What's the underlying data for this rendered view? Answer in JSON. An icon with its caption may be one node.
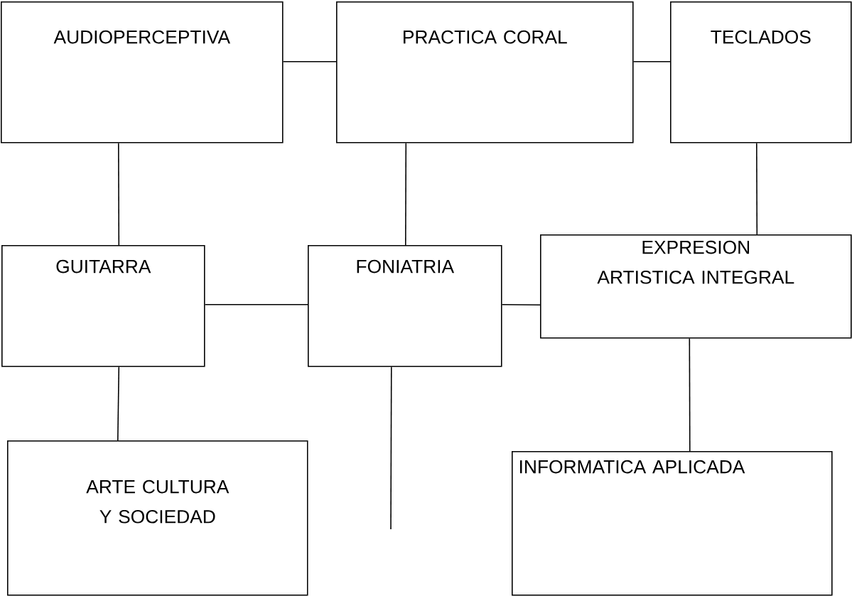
{
  "diagram": {
    "nodes": [
      {
        "text": [
          "AUDIOPERCEPTIVA"
        ]
      },
      {
        "text": [
          "PRACTICA CORAL"
        ]
      },
      {
        "text": [
          "TECLADOS"
        ]
      },
      {
        "text": [
          "GUITARRA"
        ]
      },
      {
        "text": [
          "FONIATRIA"
        ]
      },
      {
        "text": [
          "EXPRESION ARTISTICA INTEGRAL"
        ]
      },
      {
        "text": [
          "ARTE CULTURA Y SOCIEDAD"
        ]
      },
      {
        "text": [
          "INFORMATICA APLICADA"
        ]
      }
    ],
    "edges": [
      {
        "from": 0,
        "to": 1,
        "arrow": "none"
      },
      {
        "from": 1,
        "to": 2,
        "arrow": "none"
      },
      {
        "from": 0,
        "to": 3,
        "arrow": "none"
      },
      {
        "from": 1,
        "to": 4,
        "arrow": "none"
      },
      {
        "from": 2,
        "to": 5,
        "arrow": "none"
      },
      {
        "from": 3,
        "to": 4,
        "arrow": "none"
      },
      {
        "from": 4,
        "to": 5,
        "arrow": "none"
      },
      {
        "from": 3,
        "to": 6,
        "arrow": "none"
      },
      {
        "from": 5,
        "to": 7,
        "arrow": "none"
      },
      {
        "from": 4,
        "to": null,
        "arrow": "none"
      }
    ]
  }
}
